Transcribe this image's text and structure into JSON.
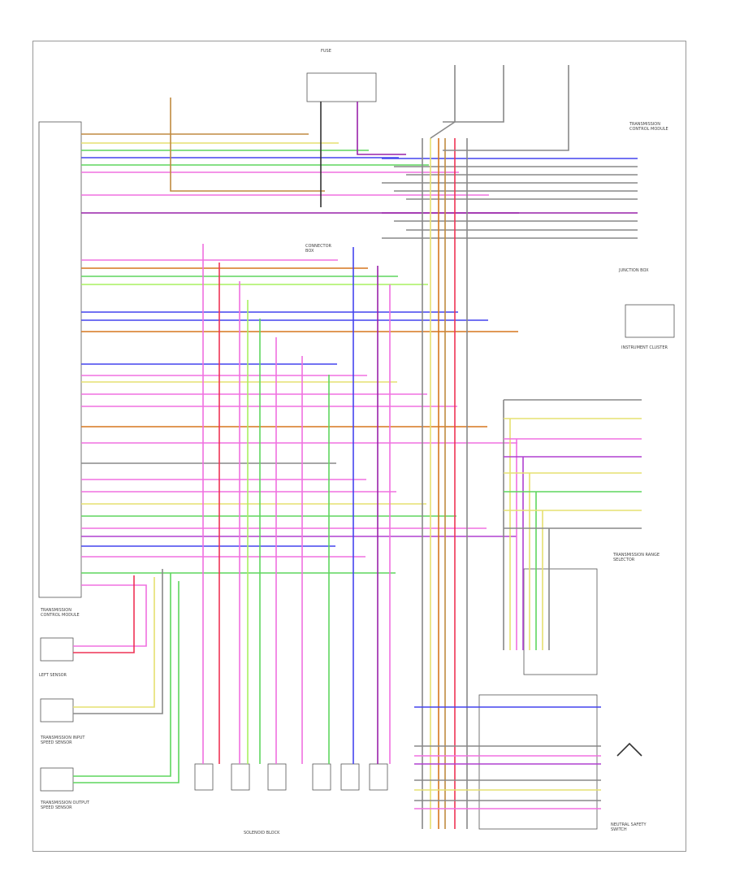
{
  "labels": {
    "left_module": "TRANSMISSION\nCONTROL MODULE",
    "sensor1": "LEFT SENSOR",
    "solenoid_block": "SOLENOID BLOCK",
    "range_switch": "TRANSMISSION RANGE\nSELECTOR",
    "cluster": "INSTRUMENT CLUSTER",
    "junction": "JUNCTION BOX",
    "tcm_right": "TRANSMISSION\nCONTROL MODULE",
    "connector_box": "CONNECTOR\nBOX",
    "speed_sensor_in": "TRANSMISSION INPUT\nSPEED SENSOR",
    "speed_sensor_out": "TRANSMISSION OUTPUT\nSPEED SENSOR",
    "fuse_top": "FUSE",
    "neutral_switch": "NEUTRAL SAFETY\nSWITCH",
    "bottom_note": "SOLENOID BLOCK"
  },
  "colors": {
    "brown": "#c08a40",
    "green": "#5fd65f",
    "blue": "#4444ee",
    "pink": "#f070e0",
    "purple": "#9922aa",
    "red": "#ee3355",
    "yellow": "#e6e070",
    "orange": "#d6761e",
    "gray": "#888888",
    "light_green": "#a8f060",
    "violet": "#b040d0",
    "dark": "#333333"
  }
}
